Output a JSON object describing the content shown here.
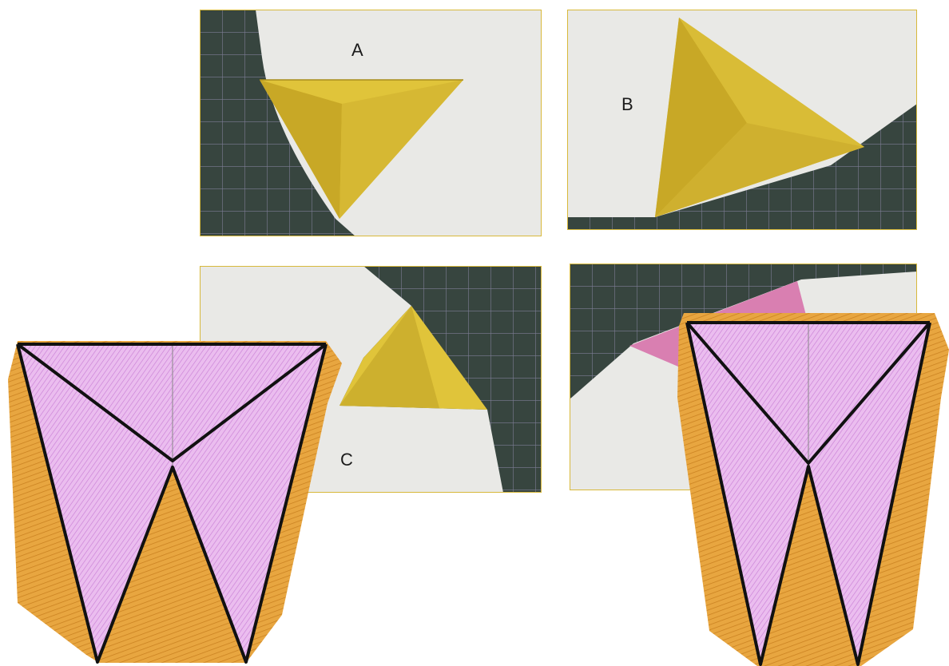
{
  "photo_labels": {
    "a": "A",
    "b": "B",
    "c": "C"
  },
  "colors": {
    "cutting_mat": "#37453f",
    "grid_line": "#7d7d95",
    "paper_white": "#e9e9e6",
    "yellow_paper": "#e0c43a",
    "yellow_shade": "#c8a826",
    "pink_paper": "#d97fb1",
    "drawing_orange": "#e8a640",
    "drawing_pink": "#e6b3ea",
    "drawing_line": "#111111"
  }
}
